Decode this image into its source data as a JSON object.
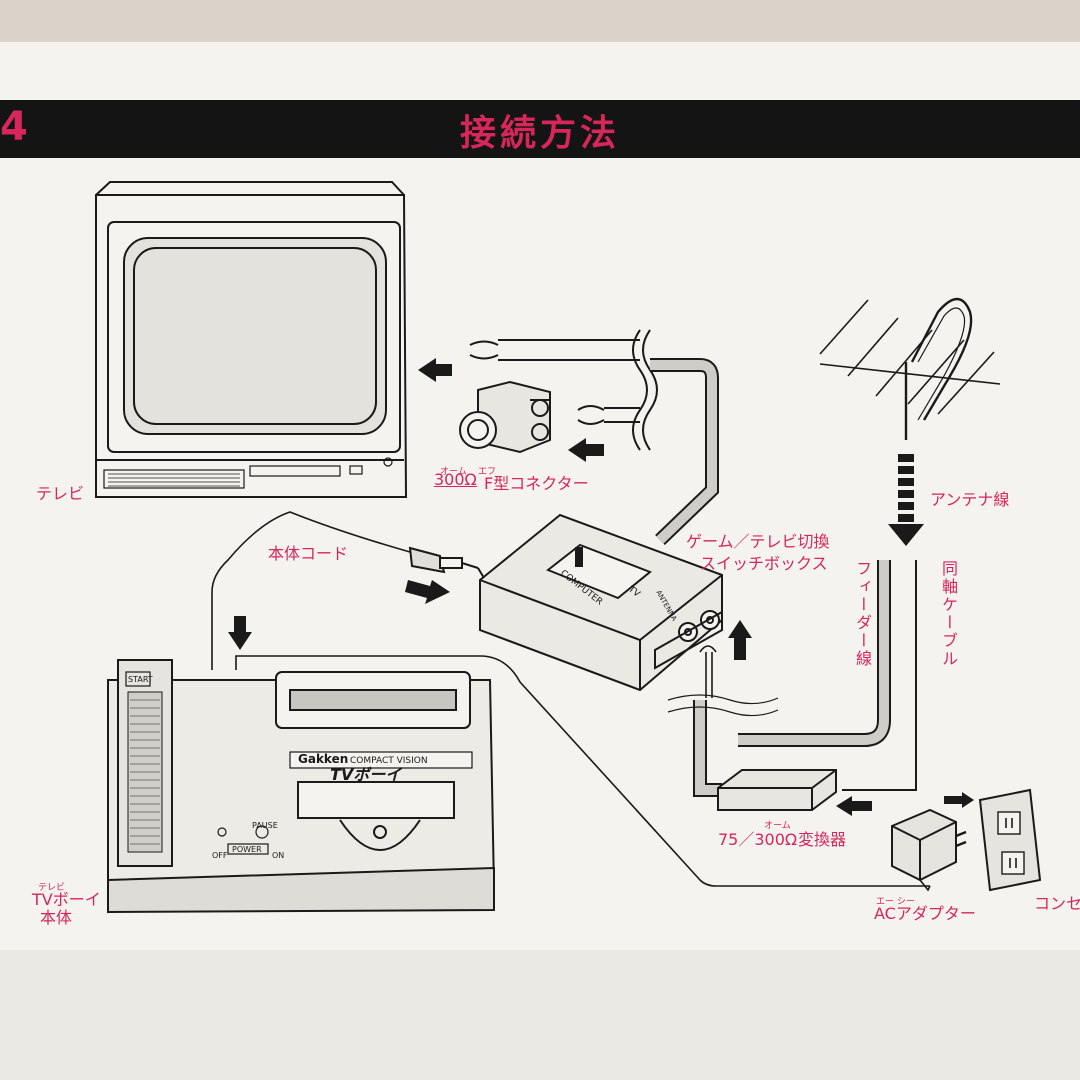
{
  "header": {
    "number": "4",
    "title": "接続方法"
  },
  "labels": {
    "tv": "テレビ",
    "connector_prefix": "300Ω",
    "connector_main": "F型コネクター",
    "connector_ruby_ohm": "オーム",
    "connector_ruby_f": "エフ",
    "body_cord": "本体コード",
    "switch_box_line1": "ゲーム／テレビ切換",
    "switch_box_line2": "スイッチボックス",
    "antenna_wire": "アンテナ線",
    "feeder_wire": "フィーダー線",
    "coax_cable": "同軸ケーブル",
    "converter_prefix": "75／300Ω",
    "converter_main": "変換器",
    "converter_ruby": "オーム",
    "tv_boy_line1": "TVボーイ",
    "tv_boy_line2": "本体",
    "tv_boy_ruby": "テレビ",
    "ac_adapter": "ACアダプター",
    "ac_ruby": "エー シー",
    "outlet": "コンセ"
  },
  "device_text": {
    "brand": "Gakken",
    "model": "COMPACT VISION",
    "logo": "TVボーイ",
    "start": "START",
    "pause": "PAUSE",
    "power": "POWER",
    "off": "OFF",
    "on": "ON",
    "computer": "COMPUTER",
    "tv": "TV",
    "antenna": "ANTENNA"
  },
  "colors": {
    "accent": "#d6265a",
    "ink": "#1a1a1a",
    "paper": "#f4f3ef"
  }
}
